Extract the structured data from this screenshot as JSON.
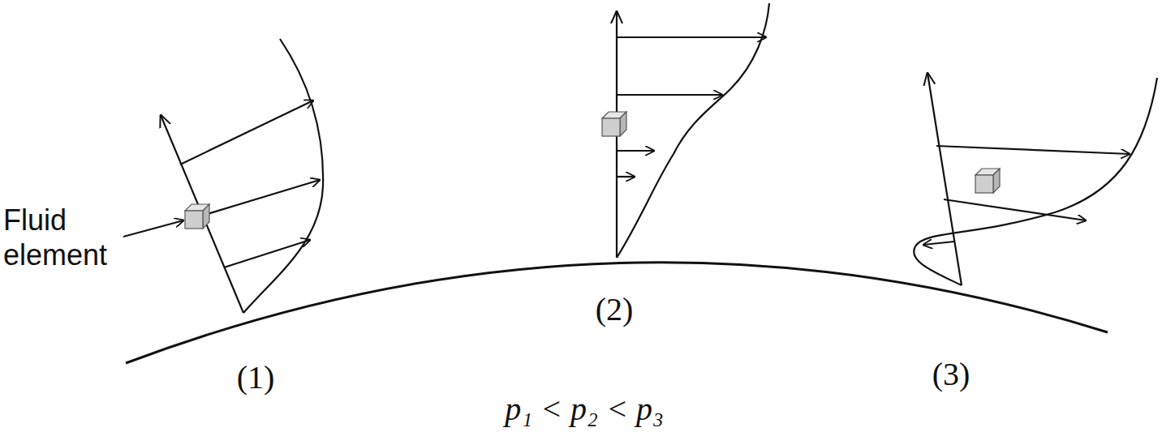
{
  "diagram": {
    "labels": [
      "Fluid element",
      "(1)",
      "(2)",
      "(3)",
      "p₁ < p₂ < p₃"
    ]
  }
}
